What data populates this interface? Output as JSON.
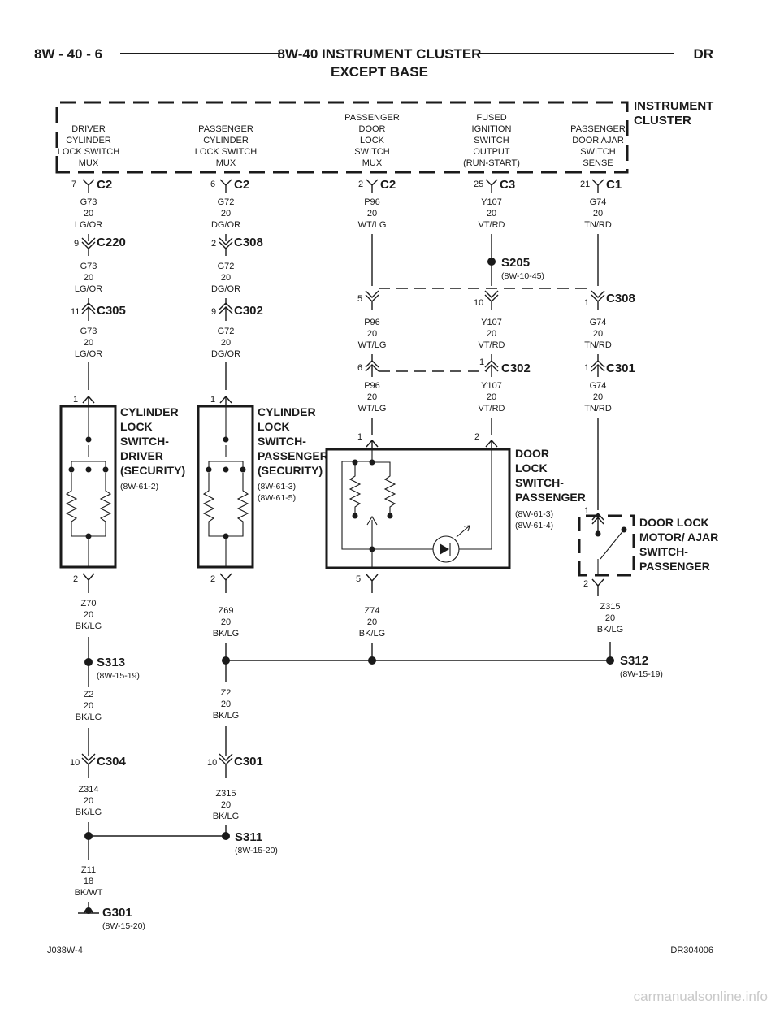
{
  "header": {
    "page_number": "8W - 40 - 6",
    "title_line1": "8W-40 INSTRUMENT CLUSTER",
    "title_line2": "EXCEPT BASE",
    "model": "DR"
  },
  "instrument_cluster": {
    "label_line1": "INSTRUMENT",
    "label_line2": "CLUSTER",
    "functions": [
      {
        "lines": [
          "DRIVER",
          "CYLINDER",
          "LOCK SWITCH",
          "MUX"
        ]
      },
      {
        "lines": [
          "PASSENGER",
          "CYLINDER",
          "LOCK SWITCH",
          "MUX"
        ]
      },
      {
        "lines": [
          "PASSENGER",
          "DOOR",
          "LOCK",
          "SWITCH",
          "MUX"
        ]
      },
      {
        "lines": [
          "FUSED",
          "IGNITION",
          "SWITCH",
          "OUTPUT",
          "(RUN-START)"
        ]
      },
      {
        "lines": [
          "PASSENGER",
          "DOOR AJAR",
          "SWITCH",
          "SENSE"
        ]
      }
    ]
  },
  "connectors": {
    "c2_a": {
      "name": "C2",
      "pin": "7"
    },
    "c2_b": {
      "name": "C2",
      "pin": "6"
    },
    "c2_c": {
      "name": "C2",
      "pin": "2"
    },
    "c3": {
      "name": "C3",
      "pin": "25"
    },
    "c1": {
      "name": "C1",
      "pin": "21"
    },
    "c220": {
      "name": "C220",
      "pin": "9"
    },
    "c308_a": {
      "name": "C308",
      "pin": "2"
    },
    "c305": {
      "name": "C305",
      "pin": "11"
    },
    "c302_a": {
      "name": "C302",
      "pin": "9"
    },
    "c308_b": {
      "name": "C308",
      "pin_p96": "5",
      "pin_y107": "10",
      "pin_g74": "1"
    },
    "c302_b": {
      "name": "C302",
      "pin_p96": "6",
      "pin_y107": "1"
    },
    "c301_a": {
      "name": "C301",
      "pin": "1"
    },
    "c304": {
      "name": "C304",
      "pin": "10"
    },
    "c301_b": {
      "name": "C301",
      "pin": "10"
    }
  },
  "wires": {
    "g73_1": {
      "circuit": "G73",
      "gauge": "20",
      "color": "LG/OR"
    },
    "g73_2": {
      "circuit": "G73",
      "gauge": "20",
      "color": "LG/OR"
    },
    "g73_3": {
      "circuit": "G73",
      "gauge": "20",
      "color": "LG/OR"
    },
    "g72_1": {
      "circuit": "G72",
      "gauge": "20",
      "color": "DG/OR"
    },
    "g72_2": {
      "circuit": "G72",
      "gauge": "20",
      "color": "DG/OR"
    },
    "g72_3": {
      "circuit": "G72",
      "gauge": "20",
      "color": "DG/OR"
    },
    "p96_1": {
      "circuit": "P96",
      "gauge": "20",
      "color": "WT/LG"
    },
    "p96_2": {
      "circuit": "P96",
      "gauge": "20",
      "color": "WT/LG"
    },
    "p96_3": {
      "circuit": "P96",
      "gauge": "20",
      "color": "WT/LG"
    },
    "y107_1": {
      "circuit": "Y107",
      "gauge": "20",
      "color": "VT/RD"
    },
    "y107_2": {
      "circuit": "Y107",
      "gauge": "20",
      "color": "VT/RD"
    },
    "y107_3": {
      "circuit": "Y107",
      "gauge": "20",
      "color": "VT/RD"
    },
    "g74_1": {
      "circuit": "G74",
      "gauge": "20",
      "color": "TN/RD"
    },
    "g74_2": {
      "circuit": "G74",
      "gauge": "20",
      "color": "TN/RD"
    },
    "g74_3": {
      "circuit": "G74",
      "gauge": "20",
      "color": "TN/RD"
    },
    "z70": {
      "circuit": "Z70",
      "gauge": "20",
      "color": "BK/LG"
    },
    "z69": {
      "circuit": "Z69",
      "gauge": "20",
      "color": "BK/LG"
    },
    "z74": {
      "circuit": "Z74",
      "gauge": "20",
      "color": "BK/LG"
    },
    "z315_a": {
      "circuit": "Z315",
      "gauge": "20",
      "color": "BK/LG"
    },
    "z2_a": {
      "circuit": "Z2",
      "gauge": "20",
      "color": "BK/LG"
    },
    "z2_b": {
      "circuit": "Z2",
      "gauge": "20",
      "color": "BK/LG"
    },
    "z314": {
      "circuit": "Z314",
      "gauge": "20",
      "color": "BK/LG"
    },
    "z315_b": {
      "circuit": "Z315",
      "gauge": "20",
      "color": "BK/LG"
    },
    "z11": {
      "circuit": "Z11",
      "gauge": "18",
      "color": "BK/WT"
    }
  },
  "splices": {
    "s205": {
      "name": "S205",
      "ref": "(8W-10-45)"
    },
    "s313": {
      "name": "S313",
      "ref": "(8W-15-19)"
    },
    "s312": {
      "name": "S312",
      "ref": "(8W-15-19)"
    },
    "s311": {
      "name": "S311",
      "ref": "(8W-15-20)"
    },
    "g301": {
      "name": "G301",
      "ref": "(8W-15-20)"
    }
  },
  "components": {
    "cyl_driver": {
      "lines": [
        "CYLINDER",
        "LOCK",
        "SWITCH-",
        "DRIVER",
        "(SECURITY)"
      ],
      "refs": [
        "(8W-61-2)"
      ],
      "pin_top": "1",
      "pin_bottom": "2"
    },
    "cyl_pass": {
      "lines": [
        "CYLINDER",
        "LOCK",
        "SWITCH-",
        "PASSENGER",
        "(SECURITY)"
      ],
      "refs": [
        "(8W-61-3)",
        "(8W-61-5)"
      ],
      "pin_top": "1",
      "pin_bottom": "2"
    },
    "door_lock_sw": {
      "lines": [
        "DOOR",
        "LOCK",
        "SWITCH-",
        "PASSENGER"
      ],
      "refs": [
        "(8W-61-3)",
        "(8W-61-4)"
      ],
      "pin_1": "1",
      "pin_2": "2",
      "pin_5": "5"
    },
    "motor": {
      "lines": [
        "DOOR LOCK",
        "MOTOR/ AJAR",
        "SWITCH-",
        "PASSENGER"
      ],
      "pin_top": "1",
      "pin_bottom": "2"
    }
  },
  "footer": {
    "left": "J038W-4",
    "right": "DR304006",
    "watermark": "carmanualsonline.info"
  }
}
